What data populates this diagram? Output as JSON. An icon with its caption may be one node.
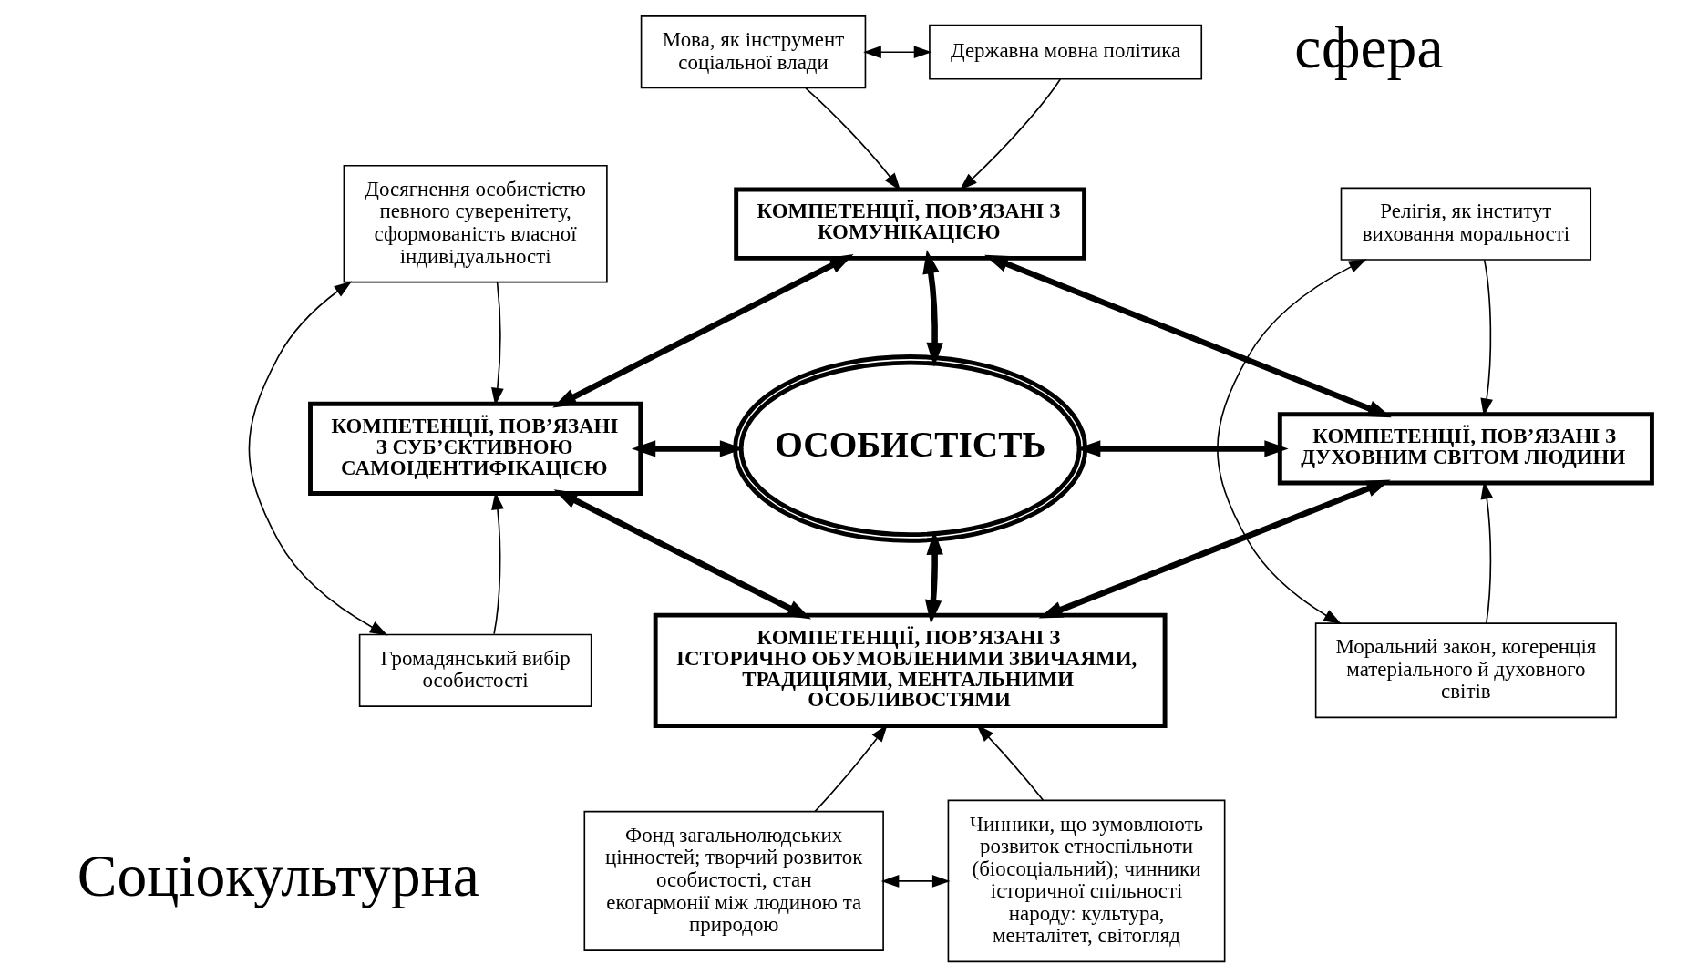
{
  "diagram": {
    "nodes": [
      {
        "text": [
          "Мова, як інструмент соціальної влади"
        ]
      },
      {
        "text": [
          "Державна мовна політика"
        ]
      },
      {
        "text": [
          "КОМПЕТЕНЦІЇ, ПОВ’ЯЗАНІ З КОМУНІКАЦІЄЮ"
        ]
      },
      {
        "text": [
          "Досягнення особистістю певного суверенітету, сформованість власної індивідуальності"
        ]
      },
      {
        "text": [
          "Релігія, як інститут виховання моральності"
        ]
      },
      {
        "text": [
          "КОМПЕТЕНЦІЇ, ПОВ’ЯЗАНІ З СУБ’ЄКТИВНОЮ САМОІДЕНТИФІКАЦІЄЮ"
        ]
      },
      {
        "text": [
          "ОСОБИСТІСТЬ"
        ]
      },
      {
        "text": [
          "КОМПЕТЕНЦІЇ, ПОВ’ЯЗАНІ З ДУХОВНИМ СВІТОМ ЛЮДИНИ"
        ]
      },
      {
        "text": [
          "Громадянський вибір особистості"
        ]
      },
      {
        "text": [
          "Моральний закон, когеренція матеріального й духовного світів"
        ]
      },
      {
        "text": [
          "КОМПЕТЕНЦІЇ, ПОВ’ЯЗАНІ З ІСТОРИЧНО ОБУМОВЛЕНИМИ ЗВИЧАЯМИ, ТРАДИЦІЯМИ, МЕНТАЛЬНИМИ ОСОБЛИВОСТЯМИ"
        ]
      },
      {
        "text": [
          "Фонд загальнолюдських цінностей; творчий розвиток особистості, стан екогармонії між людиною та природою"
        ]
      },
      {
        "text": [
          "Чинники, що зумовлюють розвиток етноспільноти (біосоціальний); чинники історичної спільності народу: культура, менталітет, світогляд"
        ]
      }
    ],
    "edges": [
      {
        "from": 0,
        "to": 1,
        "arrow": "both"
      },
      {
        "from": 0,
        "to": 2,
        "arrow": "to"
      },
      {
        "from": 1,
        "to": 2,
        "arrow": "to"
      },
      {
        "from": 3,
        "to": 5,
        "arrow": "to"
      },
      {
        "from": 3,
        "to": 8,
        "arrow": "both"
      },
      {
        "from": 4,
        "to": 7,
        "arrow": "to"
      },
      {
        "from": 4,
        "to": 9,
        "arrow": "both"
      },
      {
        "from": 2,
        "to": 5,
        "arrow": "both",
        "style": "thick"
      },
      {
        "from": 2,
        "to": 7,
        "arrow": "both",
        "style": "thick"
      },
      {
        "from": 2,
        "to": 6,
        "arrow": "both",
        "style": "thick"
      },
      {
        "from": 5,
        "to": 6,
        "arrow": "both",
        "style": "thick"
      },
      {
        "from": 6,
        "to": 7,
        "arrow": "both",
        "style": "thick"
      },
      {
        "from": 6,
        "to": 10,
        "arrow": "both",
        "style": "thick"
      },
      {
        "from": 8,
        "to": 5,
        "arrow": "to"
      },
      {
        "from": 9,
        "to": 7,
        "arrow": "to"
      },
      {
        "from": 5,
        "to": 10,
        "arrow": "both",
        "style": "thick"
      },
      {
        "from": 7,
        "to": 10,
        "arrow": "both",
        "style": "thick"
      },
      {
        "from": 11,
        "to": 10,
        "arrow": "to"
      },
      {
        "from": 12,
        "to": 10,
        "arrow": "to"
      },
      {
        "from": 11,
        "to": 12,
        "arrow": "both"
      }
    ],
    "labels": [
      "сфера",
      "Соціокультурна"
    ]
  }
}
